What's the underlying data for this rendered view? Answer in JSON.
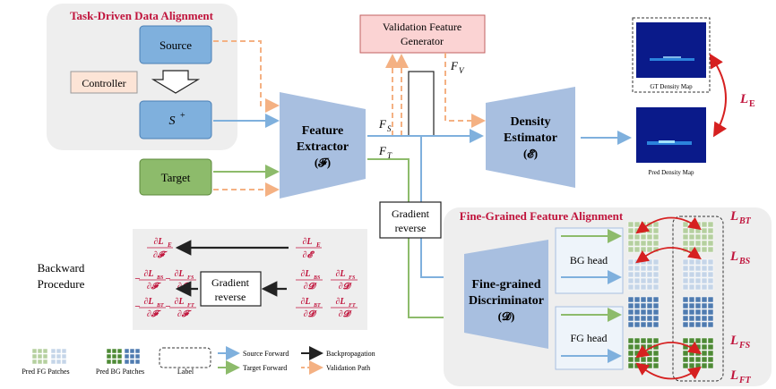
{
  "panels": {
    "alignment_title": "Task-Driven Data Alignment",
    "fine_title": "Fine-Grained Feature Alignment"
  },
  "boxes": {
    "source": "Source",
    "controller": "Controller",
    "s_plus": "S",
    "s_plus_sup": "+",
    "target": "Target",
    "validation_line1": "Validation Feature",
    "validation_line2": "Generator",
    "gradient_reverse_line1": "Gradient",
    "gradient_reverse_line2": "reverse",
    "bg_head": "BG head",
    "fg_head": "FG head",
    "backward_gradient_reverse_line1": "Gradient",
    "backward_gradient_reverse_line2": "reverse"
  },
  "modules": {
    "feature_extractor_line1": "Feature",
    "feature_extractor_line2": "Extractor",
    "feature_extractor_symbol": "(𝓕)",
    "density_estimator_line1": "Density",
    "density_estimator_line2": "Estimator",
    "density_estimator_symbol": "(𝓔)",
    "discriminator_line1": "Fine-grained",
    "discriminator_line2": "Discriminator",
    "discriminator_symbol": "(𝓓)"
  },
  "features": {
    "fv": "F",
    "fv_sub": "V",
    "fs": "F",
    "fs_sub": "S",
    "ft": "F",
    "ft_sub": "T"
  },
  "maps": {
    "gt_caption": "GT Density Map",
    "pred_caption": "Pred Density Map",
    "loss_e": "L",
    "loss_e_sub": "E"
  },
  "losses": {
    "lbt": "L",
    "lbt_sub": "BT",
    "lbs": "L",
    "lbs_sub": "BS",
    "lfs": "L",
    "lfs_sub": "FS",
    "lft": "L",
    "lft_sub": "FT"
  },
  "backward": {
    "label_line1": "Backward",
    "label_line2": "Procedure",
    "le_num": "∂L",
    "le_num_sub": "E",
    "le_den_f": "∂𝓕",
    "le_den_e": "∂𝓔",
    "minus": "−",
    "partial": "∂L",
    "bs": "BS",
    "fs": "FS",
    "bt": "BT",
    "ft": "FT",
    "den_f": "∂𝓕",
    "den_d": "∂𝓓"
  },
  "legend": {
    "pred_fg": "Pred FG Patches",
    "pred_bg": "Pred BG Patches",
    "label": "Label",
    "source_forward": "Source Forward",
    "target_forward": "Target Forward",
    "backprop": "Backpropagation",
    "validation_path": "Validation Path"
  },
  "colors": {
    "source_blue": "#7fb0dd",
    "target_green": "#8dbb6b",
    "validation_orange": "#f4b183",
    "module_blue": "#a8bfe0",
    "validation_box": "#fbd3d3",
    "red_text": "#c0143c",
    "panel_gray": "#eeeeee"
  }
}
